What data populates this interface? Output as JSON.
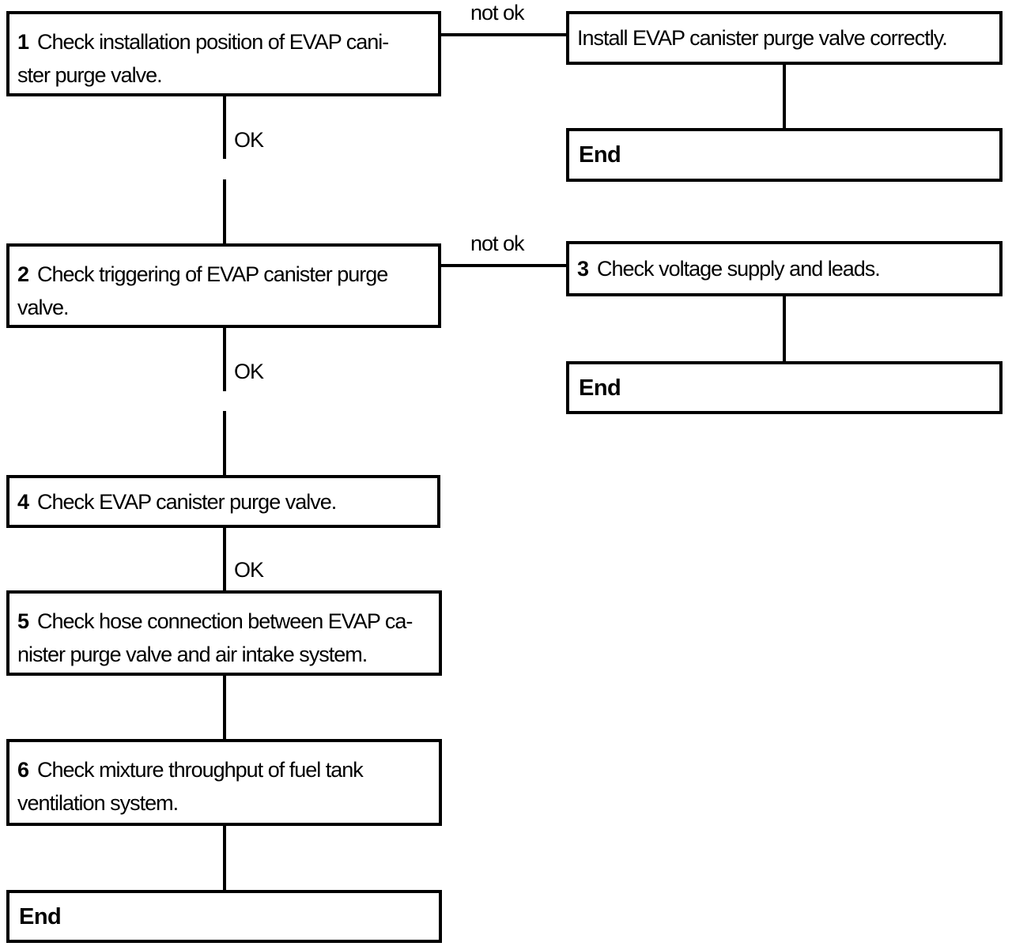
{
  "diagram": {
    "nodes": {
      "step1": {
        "num": "1",
        "text": "Check installation position of EVAP cani-\nster purge valve."
      },
      "install": {
        "text": "Install EVAP canister purge valve correctly."
      },
      "end1": {
        "label": "End"
      },
      "step2": {
        "num": "2",
        "text": "Check triggering of EVAP canister purge\nvalve."
      },
      "step3": {
        "num": "3",
        "text": "Check voltage supply and leads."
      },
      "end2": {
        "label": "End"
      },
      "step4": {
        "num": "4",
        "text": "Check EVAP canister purge valve."
      },
      "step5": {
        "num": "5",
        "text": "Check hose connection between EVAP ca-\nnister purge valve and air intake system."
      },
      "step6": {
        "num": "6",
        "text": "Check mixture throughput of fuel tank\nventilation system."
      },
      "end3": {
        "label": "End"
      }
    },
    "edge_labels": {
      "not_ok_1": "not ok",
      "ok_1": "OK",
      "not_ok_2": "not ok",
      "ok_2": "OK",
      "ok_3": "OK"
    },
    "colors": {
      "line": "#000000",
      "text": "#000000",
      "background": "#ffffff"
    }
  }
}
